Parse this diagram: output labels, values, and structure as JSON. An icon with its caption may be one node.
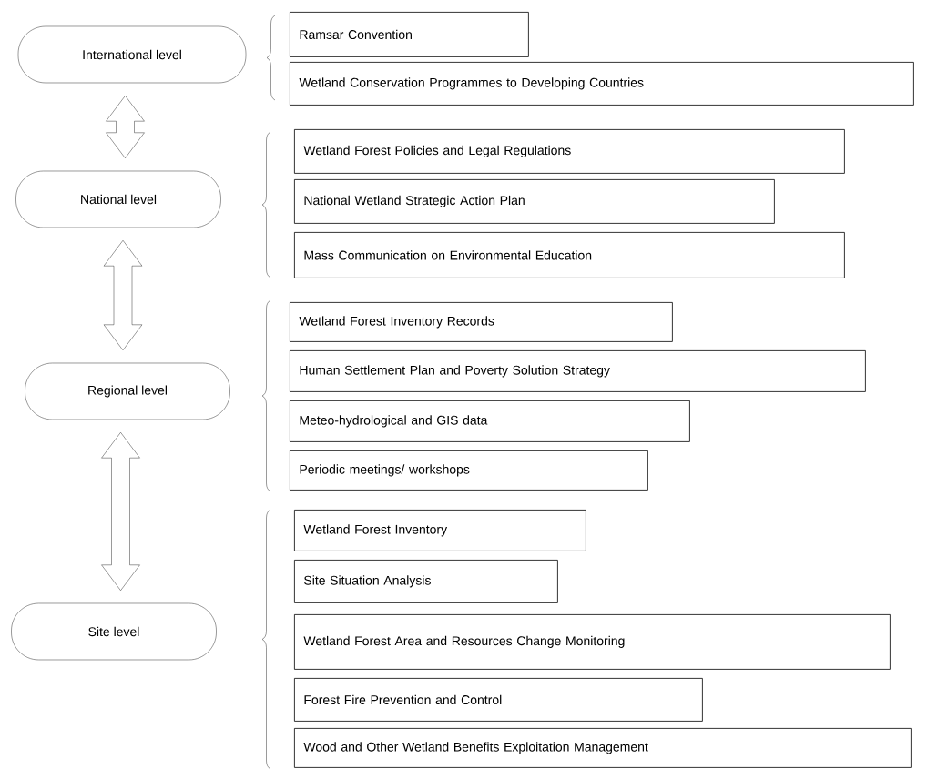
{
  "diagram": {
    "nodes": [
      {
        "text": [
          "International level"
        ]
      },
      {
        "text": [
          "National level"
        ]
      },
      {
        "text": [
          "Regional level"
        ]
      },
      {
        "text": [
          "Site level"
        ]
      },
      {
        "text": [
          "Ramsar Convention"
        ]
      },
      {
        "text": [
          "Wetland Conservation Programmes to Developing Countries"
        ]
      },
      {
        "text": [
          "Wetland Forest Policies and Legal Regulations"
        ]
      },
      {
        "text": [
          "National Wetland Strategic Action Plan"
        ]
      },
      {
        "text": [
          "Mass Communication on Environmental Education"
        ]
      },
      {
        "text": [
          "Wetland Forest Inventory Records"
        ]
      },
      {
        "text": [
          "Human Settlement Plan and Poverty Solution Strategy"
        ]
      },
      {
        "text": [
          "Meteo-hydrological and GIS data"
        ]
      },
      {
        "text": [
          "Periodic meetings/ workshops"
        ]
      },
      {
        "text": [
          "Wetland Forest Inventory"
        ]
      },
      {
        "text": [
          "Site Situation Analysis"
        ]
      },
      {
        "text": [
          "Wetland Forest Area and Resources Change Monitoring"
        ]
      },
      {
        "text": [
          "Forest Fire Prevention and Control"
        ]
      },
      {
        "text": [
          "Wood and Other Wetland Benefits Exploitation Management"
        ]
      }
    ],
    "edges": [
      {
        "from": 0,
        "to": 1,
        "arrow": "both"
      },
      {
        "from": 1,
        "to": 2,
        "arrow": "both"
      },
      {
        "from": 2,
        "to": 3,
        "arrow": "both"
      }
    ]
  }
}
